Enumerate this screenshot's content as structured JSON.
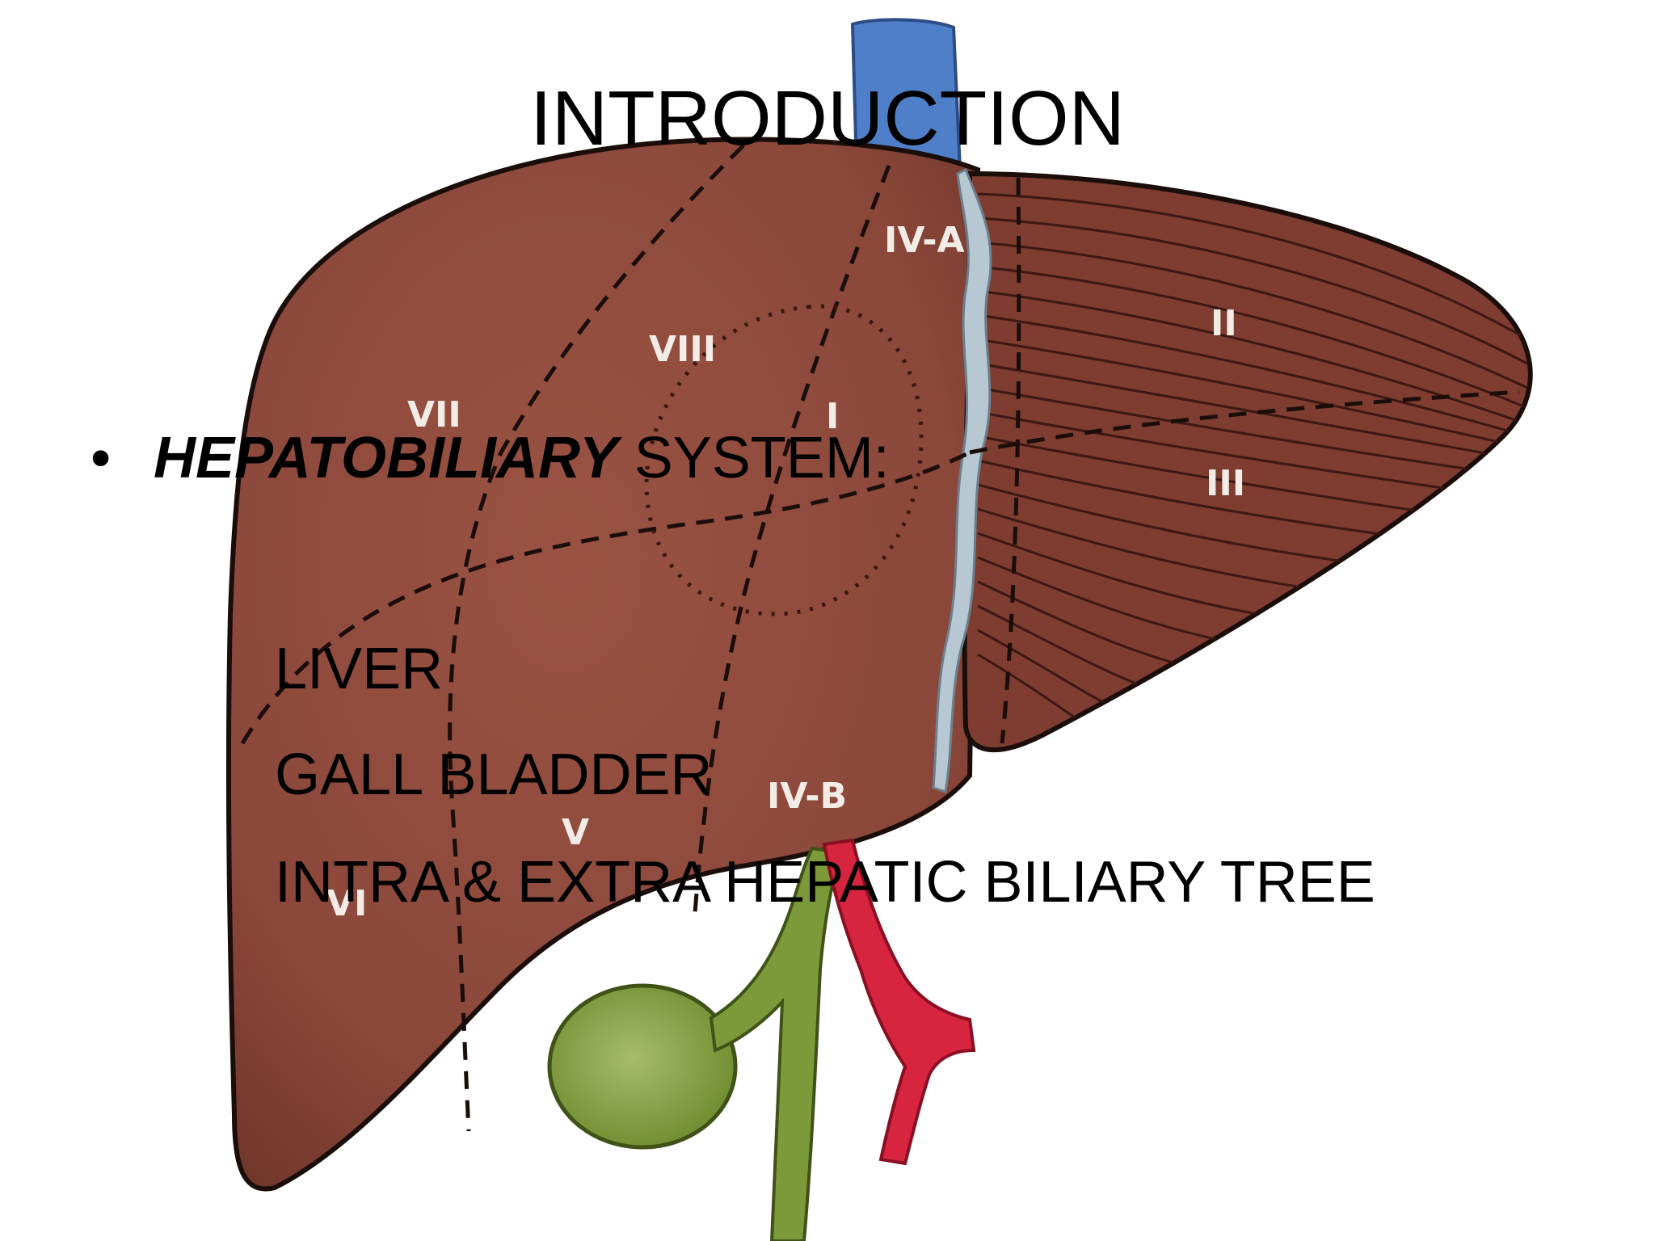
{
  "slide": {
    "title": "INTRODUCTION",
    "bullet": {
      "emphasis": "HEPATOBILIARY",
      "rest": " SYSTEM:"
    },
    "sub_items": [
      "LIVER",
      "GALL BLADDER",
      "INTRA & EXTRA HEPATIC BILIARY TREE"
    ]
  },
  "illustration": {
    "segment_labels": [
      "IV-A",
      "VIII",
      "VII",
      "I",
      "II",
      "III",
      "IV-B",
      "V",
      "VI"
    ],
    "colors": {
      "liver": "#8f4a3d",
      "left_lobe": "#7e3d30",
      "vein": "#4f7fc8",
      "gallbladder": "#7d9a3a",
      "artery": "#d8253f",
      "ligament": "#b8c8d2"
    }
  }
}
